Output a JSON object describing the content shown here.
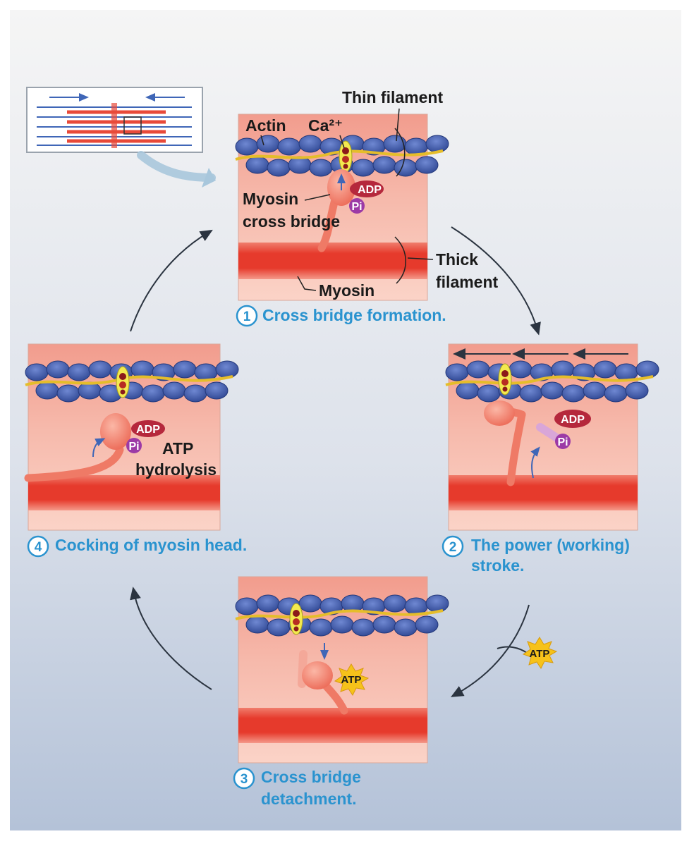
{
  "labels": {
    "thin_filament": "Thin filament",
    "actin": "Actin",
    "calcium": "Ca²⁺",
    "myosin_cross_bridge_line1": "Myosin",
    "myosin_cross_bridge_line2": "cross bridge",
    "thick_filament_line1": "Thick",
    "thick_filament_line2": "filament",
    "myosin": "Myosin",
    "atp_hydrolysis_line1": "ATP",
    "atp_hydrolysis_line2": "hydrolysis"
  },
  "molecules": {
    "adp": "ADP",
    "pi": "Pi",
    "atp": "ATP"
  },
  "steps": [
    {
      "number": "1",
      "line1": "Cross bridge formation.",
      "line2": ""
    },
    {
      "number": "2",
      "line1": "The power (working)",
      "line2": "stroke."
    },
    {
      "number": "3",
      "line1": "Cross bridge",
      "line2": "detachment."
    },
    {
      "number": "4",
      "line1": "Cocking of myosin head.",
      "line2": ""
    }
  ],
  "colors": {
    "step_text": "#2a93cf",
    "actin": "#3d5aa8",
    "thick_filament": "#e43a2e",
    "panel_background": "#f4a899",
    "atp_burst": "#f6c21a",
    "adp": "#b5283c",
    "pi": "#9c3aa6"
  }
}
